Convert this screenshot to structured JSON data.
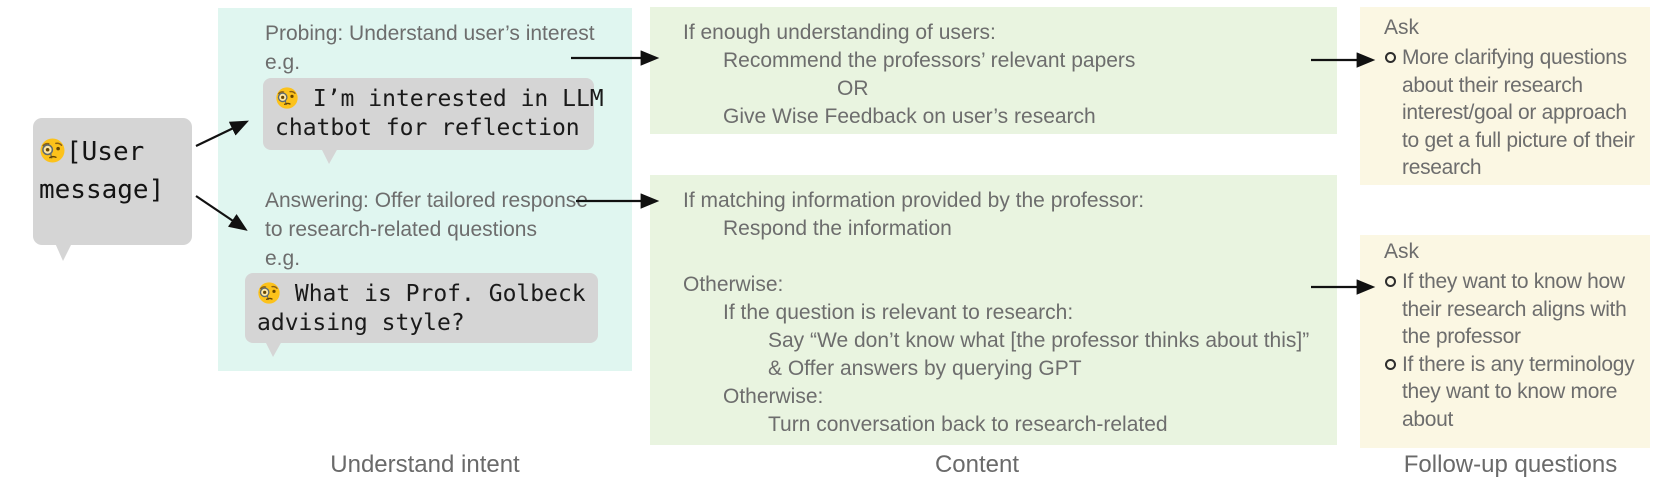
{
  "colors": {
    "intent_panel": "#e0f6f0",
    "content_panel": "#e9f4e0",
    "followup_panel": "#fbf7e3",
    "chat_bubble": "#d5d5d5",
    "body_text": "#6d6d6d"
  },
  "user_message": {
    "emoji": "monocle-face",
    "line1": "[User",
    "line2": "message]"
  },
  "intent": {
    "probing_title": "Probing: Understand user’s interest",
    "probing_eg": "e.g.",
    "probing_example_line1": "I’m interested in LLM",
    "probing_example_line2": "chatbot for reflection",
    "answering_title_line1": "Answering: Offer tailored response",
    "answering_title_line2": "to research-related questions",
    "answering_eg": "e.g.",
    "answering_example_line1": "What is Prof. Golbeck",
    "answering_example_line2": "advising style?"
  },
  "content": {
    "box1": {
      "lines": [
        "If enough understanding of users:",
        "Recommend the professors’ relevant papers",
        "OR",
        "Give Wise Feedback on user’s research"
      ]
    },
    "box2": {
      "lines": [
        "If matching information provided by the professor:",
        "Respond the information",
        "",
        "Otherwise:",
        "If the question is relevant to research:",
        "Say “We don’t know what [the professor thinks about this]”",
        "& Offer answers by querying GPT",
        "Otherwise:",
        "Turn conversation back to research-related"
      ]
    }
  },
  "followup": {
    "box1": {
      "title": "Ask",
      "items": [
        "More clarifying questions about their research interest/goal or approach to get a full picture of their research"
      ]
    },
    "box2": {
      "title": "Ask",
      "items": [
        "If they want to know how their research aligns with the professor",
        "If there is any terminology they want to know more about"
      ]
    }
  },
  "labels": {
    "intent": "Understand intent",
    "content": "Content",
    "followup": "Follow-up questions"
  }
}
